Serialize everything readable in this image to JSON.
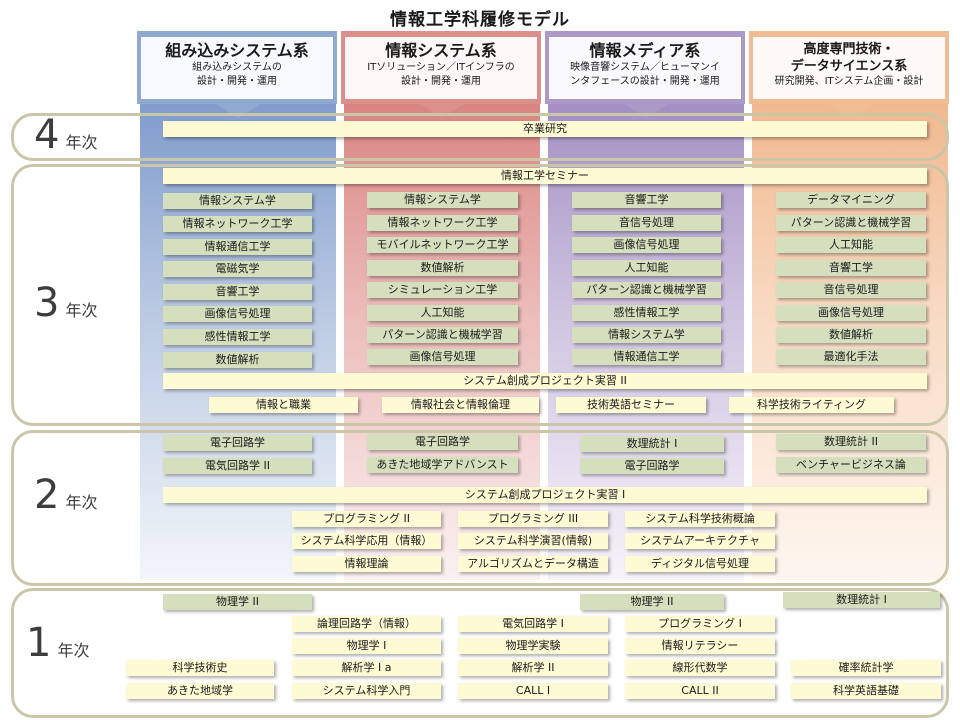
{
  "title": "情報工学科履修モデル",
  "tracks": [
    {
      "title": "組み込みシステム系",
      "sub1": "組み込みシステムの",
      "sub2": "設計・開発・運用",
      "color": "#8fa9d1"
    },
    {
      "title": "情報システム系",
      "sub1": "ITソリューション／ITインフラの",
      "sub2": "設計・開発・運用",
      "color": "#dd8f8c"
    },
    {
      "title": "情報メディア系",
      "sub1": "映像音響システム／ヒューマンイ",
      "sub2": "ンタフェースの設計・開発・運用",
      "color": "#ab99c8"
    },
    {
      "title1": "高度専門技術・",
      "title2": "データサイエンス系",
      "sub": "研究開発、ITシステム企画・設計",
      "color": "#f2bc93"
    }
  ],
  "years": [
    {
      "num": "4",
      "suffix": "年次"
    },
    {
      "num": "3",
      "suffix": "年次"
    },
    {
      "num": "2",
      "suffix": "年次"
    },
    {
      "num": "1",
      "suffix": "年次"
    }
  ],
  "year4": {
    "graduation_research": "卒業研究"
  },
  "year3": {
    "seminar": "情報工学セミナー",
    "embedded": [
      "情報システム学",
      "情報ネットワーク工学",
      "情報通信工学",
      "電磁気学",
      "音響工学",
      "画像信号処理",
      "感性情報工学",
      "数値解析"
    ],
    "infosys": [
      "情報システム学",
      "情報ネットワーク工学",
      "モバイルネットワーク工学",
      "数値解析",
      "シミュレーション工学",
      "人工知能",
      "パターン認識と機械学習",
      "画像信号処理"
    ],
    "media": [
      "音響工学",
      "音信号処理",
      "画像信号処理",
      "人工知能",
      "パターン認識と機械学習",
      "感性情報工学",
      "情報システム学",
      "情報通信工学"
    ],
    "advanced": [
      "データマイニング",
      "パターン認識と機械学習",
      "人工知能",
      "音響工学",
      "音信号処理",
      "画像信号処理",
      "数値解析",
      "最適化手法"
    ],
    "project": "システム創成プロジェクト実習 II",
    "common": [
      "情報と職業",
      "情報社会と情報倫理",
      "技術英語セミナー",
      "科学技術ライティング"
    ]
  },
  "year2": {
    "embedded": [
      "電子回路学",
      "電気回路学 II"
    ],
    "infosys": [
      "電子回路学",
      "あきた地域学アドバンスト"
    ],
    "media": [
      "数理統計 I",
      "電子回路学"
    ],
    "advanced": [
      "数理統計 II",
      "ベンチャービジネス論"
    ],
    "project": "システム創成プロジェクト実習 I",
    "grid": [
      [
        "プログラミング II",
        "プログラミング III",
        "システム科学技術概論"
      ],
      [
        "システム科学応用（情報）",
        "システム科学演習(情報)",
        "システムアーキテクチャ"
      ],
      [
        "情報理論",
        "アルゴリズムとデータ構造",
        "ディジタル信号処理"
      ]
    ]
  },
  "year1": {
    "top": [
      "物理学 II",
      "物理学 II",
      "数理統計 I"
    ],
    "col_a": [
      "科学技術史",
      "あきた地域学"
    ],
    "col_b": [
      "論理回路学（情報）",
      "物理学 I",
      "解析学 I a",
      "システム科学入門"
    ],
    "col_c": [
      "電気回路学 I",
      "物理学実験",
      "解析学 II",
      "CALL I"
    ],
    "col_d": [
      "プログラミング I",
      "情報リテラシー",
      "線形代数学",
      "CALL II"
    ],
    "col_e": [
      "確率統計学",
      "科学英語基礎"
    ]
  }
}
